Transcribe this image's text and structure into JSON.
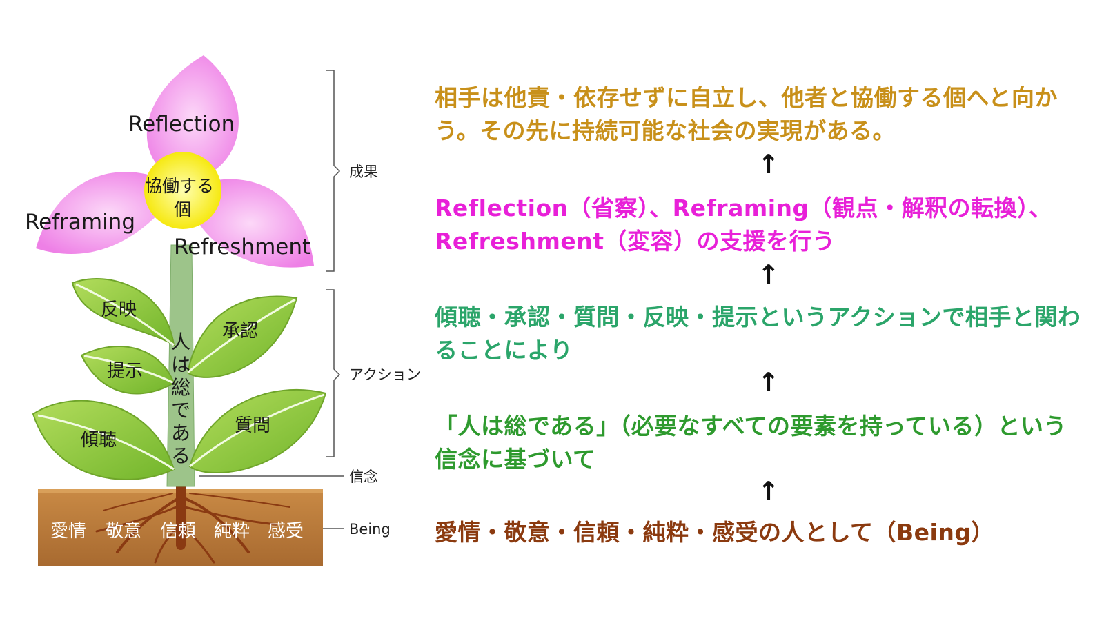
{
  "colors": {
    "goal": "#C8901A",
    "support": "#E820D8",
    "action": "#2BA56A",
    "belief": "#2E9A2E",
    "being": "#8B3A0F",
    "petal": "#F4A0EE",
    "center": "#FFF23A",
    "leaf": "#8CC83A",
    "stem": "#9DC48A",
    "soil": "#B5763A"
  },
  "flower": {
    "top_petal": "Reflection",
    "left_petal": "Reframing",
    "right_petal": "Refreshment",
    "center_line1": "協働する",
    "center_line2": "個"
  },
  "stem_text": [
    "人",
    "は",
    "総",
    "で",
    "あ",
    "る"
  ],
  "leaves": {
    "reflect": "反映",
    "propose": "提示",
    "listen": "傾聴",
    "approve": "承認",
    "question": "質問"
  },
  "soil_words": [
    "愛情",
    "敬意",
    "信頼",
    "純粋",
    "感受"
  ],
  "side_labels": {
    "result": "成果",
    "action": "アクション",
    "belief": "信念",
    "being": "Being"
  },
  "right_text": {
    "goal": "相手は他責・依存せずに自立し、他者と協働する個へと向かう。その先に持続可能な社会の実現がある。",
    "support": "Reflection（省察）、Reframing（観点・解釈の転換）、Refreshment（変容）の支援を行う",
    "action": "傾聴・承認・質問・反映・提示というアクションで相手と関わることにより",
    "belief": "「人は総である」（必要なすべての要素を持っている）という信念に基づいて",
    "being": "愛情・敬意・信頼・純粋・感受の人として（Being）"
  },
  "arrow_glyph": "↑"
}
